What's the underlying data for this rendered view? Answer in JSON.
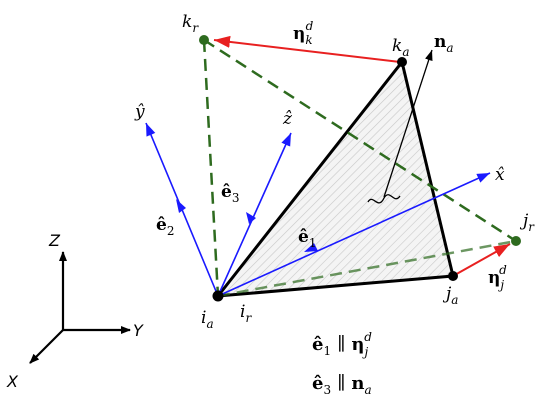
{
  "points": {
    "k_r": {
      "base": "k",
      "sub": "r"
    },
    "k_a": {
      "base": "k",
      "sub": "a"
    },
    "i_a": {
      "base": "i",
      "sub": "a"
    },
    "i_r": {
      "base": "i",
      "sub": "r"
    },
    "j_a": {
      "base": "j",
      "sub": "a"
    },
    "j_r": {
      "base": "j",
      "sub": "r"
    }
  },
  "vectors": {
    "n_a": {
      "base": "n",
      "sub": "a"
    },
    "eta_k": {
      "base": "η",
      "sub": "k",
      "sup": "d"
    },
    "eta_j": {
      "base": "η",
      "sub": "j",
      "sup": "d"
    },
    "e1": {
      "base": "ê",
      "sub": "1"
    },
    "e2": {
      "base": "ê",
      "sub": "2"
    },
    "e3": {
      "base": "ê",
      "sub": "3"
    }
  },
  "local_axes": {
    "x": "x̂",
    "y": "ŷ",
    "z": "ẑ"
  },
  "global_axes": {
    "X": "X",
    "Y": "Y",
    "Z": "Z"
  },
  "relations": {
    "r1": {
      "lhs": "ê",
      "lhs_sub": "1",
      "op": "∥",
      "rhs": "η",
      "rhs_sub": "j",
      "rhs_sup": "d"
    },
    "r2": {
      "lhs": "ê",
      "lhs_sub": "3",
      "op": "∥",
      "rhs": "n",
      "rhs_sub": "a"
    }
  },
  "colors": {
    "blue": "#1a1aff",
    "red": "#e82020",
    "green": "#2e6b1f",
    "black": "#000000",
    "hatch": "#d0d0d0"
  }
}
